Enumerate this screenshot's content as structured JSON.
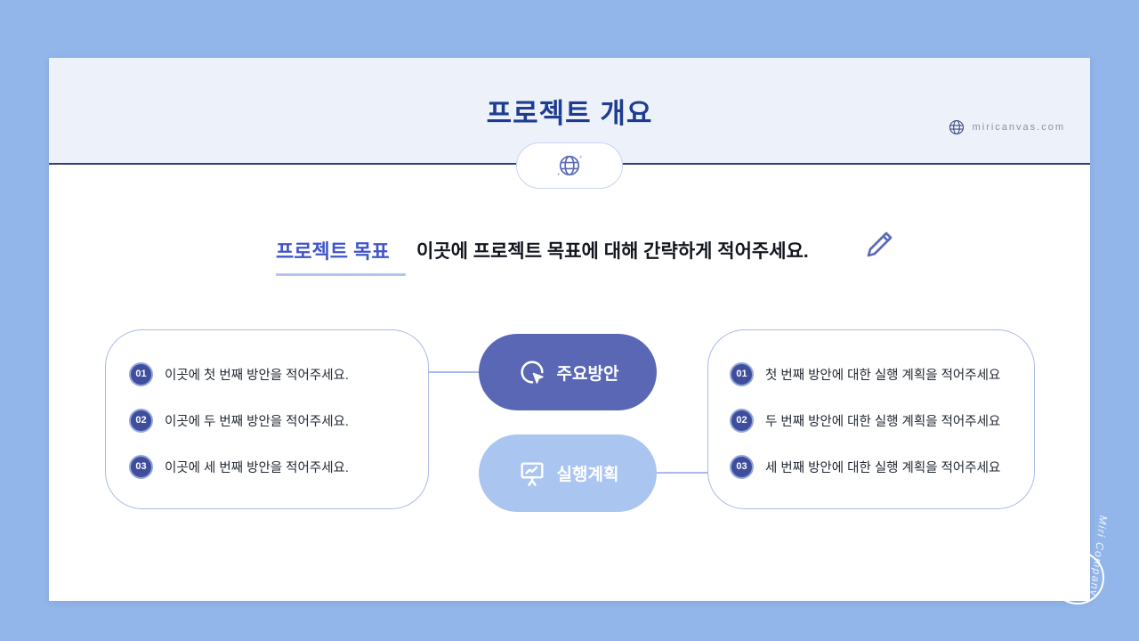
{
  "slide": {
    "title": "프로젝트 개요",
    "website": "miricanvas.com"
  },
  "objective": {
    "label": "프로젝트 목표",
    "description": "이곳에 프로젝트 목표에 대해 간략하게 적어주세요."
  },
  "plans": {
    "items": [
      {
        "num": "01",
        "text": "이곳에 첫 번째 방안을 적어주세요."
      },
      {
        "num": "02",
        "text": "이곳에 두 번째 방안을 적어주세요."
      },
      {
        "num": "03",
        "text": "이곳에 세 번째 방안을 적어주세요."
      }
    ]
  },
  "hubs": {
    "primary": "주요방안",
    "secondary": "실행계획"
  },
  "execution": {
    "items": [
      {
        "num": "01",
        "text": "첫 번째 방안에 대한 실행 계획을 적어주세요"
      },
      {
        "num": "02",
        "text": "두 번째 방안에 대한 실행 계획을 적어주세요"
      },
      {
        "num": "03",
        "text": "세 번째 방안에 대한 실행 계획을 적어주세요"
      }
    ]
  },
  "footer": {
    "brand": "Miri Company"
  },
  "icons": {
    "header_badge": "globe-icon",
    "website": "globe-icon",
    "objective": "pencil-icon",
    "hub_primary": "cursor-click-icon",
    "hub_secondary": "presentation-chart-icon",
    "footer": "monitor-book-icon"
  },
  "colors": {
    "background": "#93b6ea",
    "header_bg": "#edf1fa",
    "title": "#1e3d92",
    "accent_blue": "#3f56c9",
    "divider": "#333f7d",
    "pill_primary": "#5a67b5",
    "pill_secondary": "#aac5f0",
    "number_circle": "#3e4d9c",
    "box_border": "#a9bae7"
  }
}
